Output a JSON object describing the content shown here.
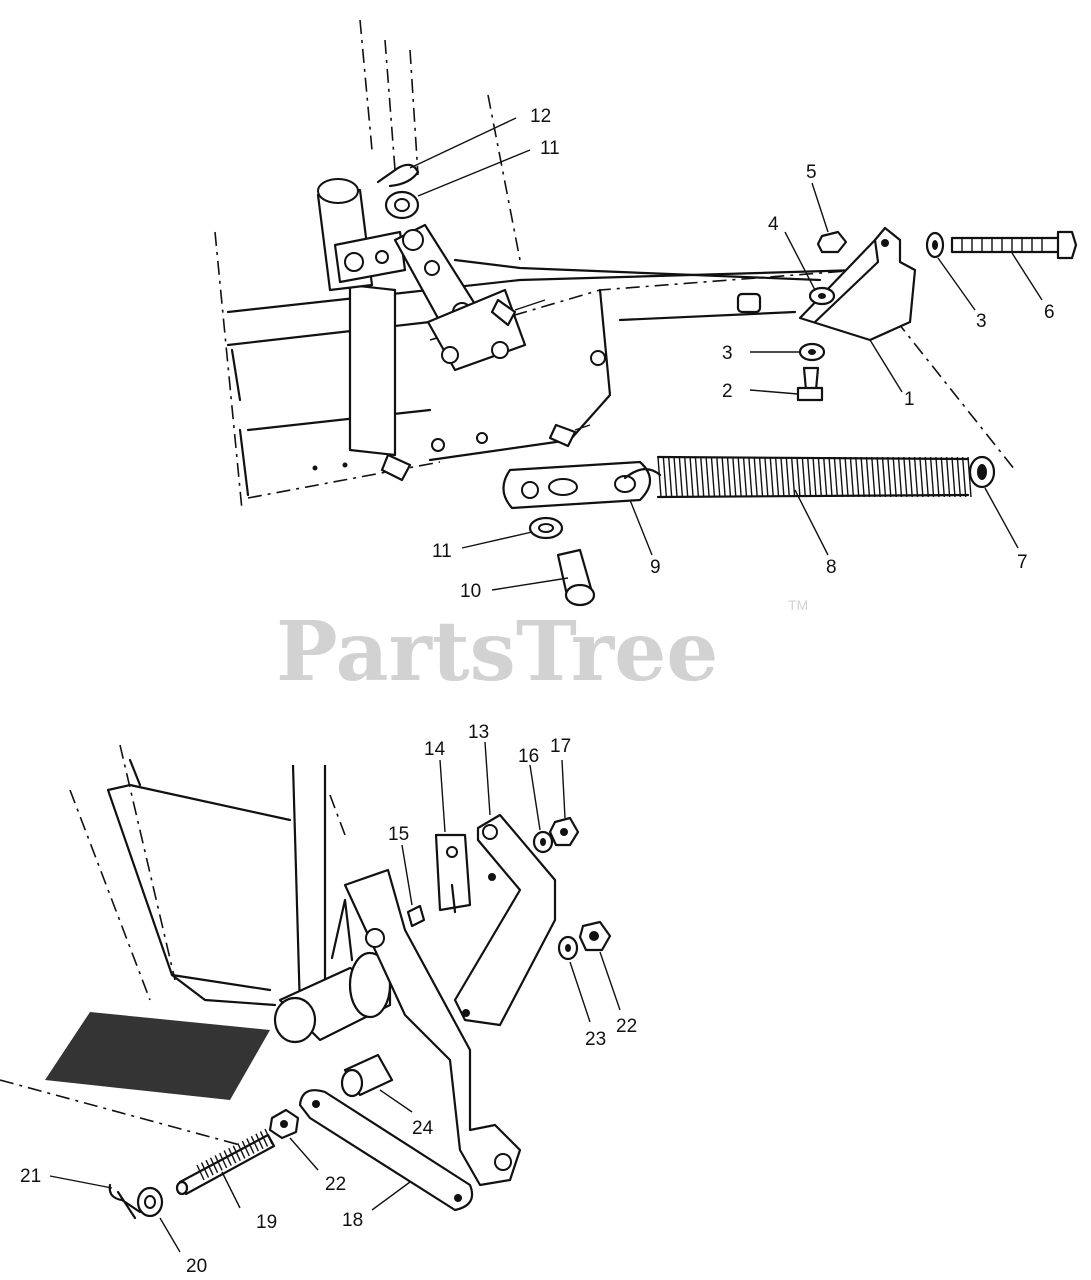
{
  "watermark": {
    "brand": "PartsTree",
    "trademark": "TM"
  },
  "callouts_top": [
    {
      "id": "c1",
      "num": "1"
    },
    {
      "id": "c2",
      "num": "2"
    },
    {
      "id": "c3a",
      "num": "3"
    },
    {
      "id": "c3b",
      "num": "3"
    },
    {
      "id": "c4",
      "num": "4"
    },
    {
      "id": "c5",
      "num": "5"
    },
    {
      "id": "c6",
      "num": "6"
    },
    {
      "id": "c7",
      "num": "7"
    },
    {
      "id": "c8",
      "num": "8"
    },
    {
      "id": "c9",
      "num": "9"
    },
    {
      "id": "c10",
      "num": "10"
    },
    {
      "id": "c11a",
      "num": "11"
    },
    {
      "id": "c11b",
      "num": "11"
    },
    {
      "id": "c12",
      "num": "12"
    }
  ],
  "callouts_bottom": [
    {
      "id": "c13",
      "num": "13"
    },
    {
      "id": "c14",
      "num": "14"
    },
    {
      "id": "c15",
      "num": "15"
    },
    {
      "id": "c16",
      "num": "16"
    },
    {
      "id": "c17",
      "num": "17"
    },
    {
      "id": "c18",
      "num": "18"
    },
    {
      "id": "c19",
      "num": "19"
    },
    {
      "id": "c20",
      "num": "20"
    },
    {
      "id": "c21",
      "num": "21"
    },
    {
      "id": "c22a",
      "num": "22"
    },
    {
      "id": "c22b",
      "num": "22"
    },
    {
      "id": "c23",
      "num": "23"
    },
    {
      "id": "c24",
      "num": "24"
    }
  ]
}
